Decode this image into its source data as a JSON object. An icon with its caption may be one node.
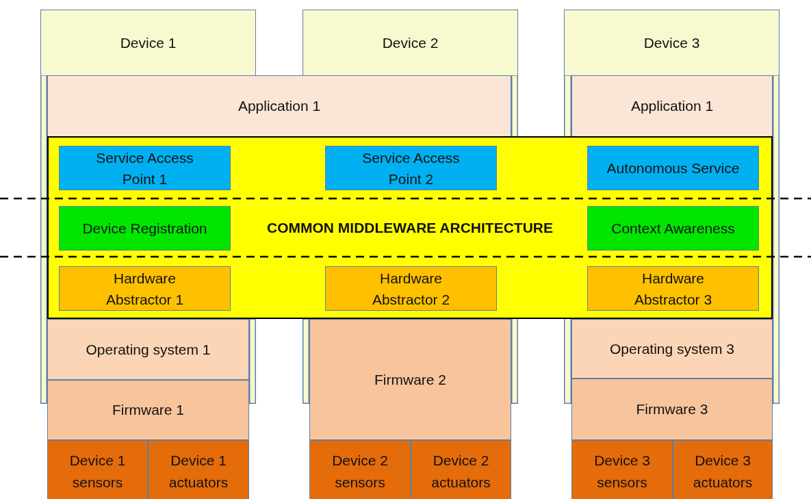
{
  "diagram": {
    "nodes": [
      {
        "text": [
          "Device 1"
        ]
      },
      {
        "text": [
          "Device 2"
        ]
      },
      {
        "text": [
          "Device 3"
        ]
      },
      {
        "text": [
          "Application 1"
        ]
      },
      {
        "text": [
          "Application 1"
        ]
      },
      {
        "text": [
          "COMMON MIDDLEWARE ARCHITECTURE"
        ]
      },
      {
        "text": [
          "Service Access Point 1"
        ],
        "in": 5
      },
      {
        "text": [
          "Service Access Point 2"
        ],
        "in": 5
      },
      {
        "text": [
          "Autonomous Service"
        ],
        "in": 5
      },
      {
        "text": [
          "Device Registration"
        ],
        "in": 5
      },
      {
        "text": [
          "Context Awareness"
        ],
        "in": 5
      },
      {
        "text": [
          "Hardware Abstractor 1"
        ],
        "in": 5
      },
      {
        "text": [
          "Hardware Abstractor 2"
        ],
        "in": 5
      },
      {
        "text": [
          "Hardware Abstractor 3"
        ],
        "in": 5
      },
      {
        "text": [
          "Operating system 1"
        ]
      },
      {
        "text": [
          "Firmware 2"
        ]
      },
      {
        "text": [
          "Operating system 3"
        ]
      },
      {
        "text": [
          "Firmware 1"
        ]
      },
      {
        "text": [
          "Firmware 3"
        ]
      },
      {
        "text": [
          "Device 1 sensors"
        ]
      },
      {
        "text": [
          "Device 1 actuators"
        ]
      },
      {
        "text": [
          "Device 2 sensors"
        ]
      },
      {
        "text": [
          "Device 2 actuators"
        ]
      },
      {
        "text": [
          "Device 3 sensors"
        ]
      },
      {
        "text": [
          "Device 3 actuators"
        ]
      }
    ]
  }
}
